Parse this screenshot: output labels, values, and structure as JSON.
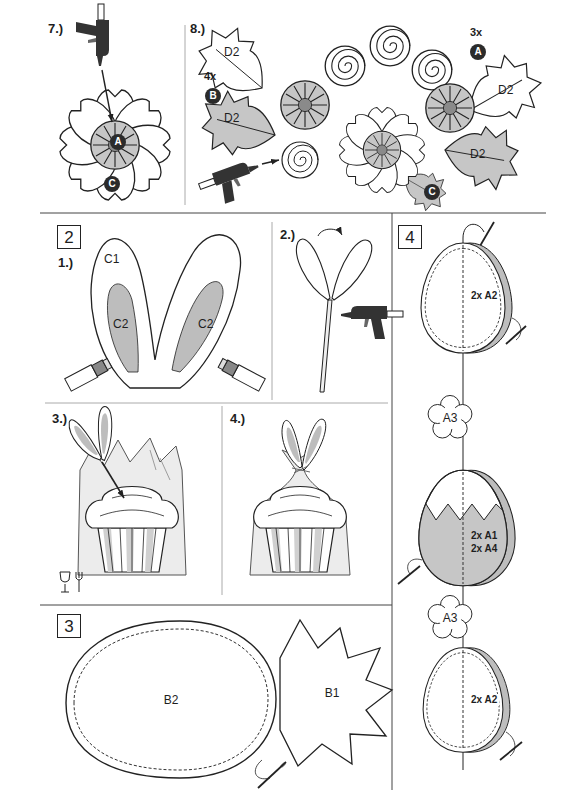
{
  "diagram": {
    "nodes": [
      {
        "text": [
          "A"
        ]
      },
      {
        "text": [
          "C"
        ]
      },
      {
        "text": [
          "A"
        ]
      },
      {
        "text": [
          "B"
        ]
      },
      {
        "text": [
          "C"
        ]
      },
      {
        "text": [
          "2"
        ]
      },
      {
        "text": [
          "4"
        ]
      },
      {
        "text": [
          "A3"
        ]
      },
      {
        "text": [
          "A3"
        ]
      },
      {
        "text": [
          "3"
        ]
      },
      {
        "text": [
          "B2"
        ]
      },
      {
        "text": [
          "B1"
        ]
      }
    ],
    "labels": [
      "7.)",
      "8.)",
      "3x",
      "4x",
      "D2",
      "D2",
      "D2",
      "D2",
      "1.)",
      "C1",
      "C2",
      "C2",
      "2.)",
      "3.)",
      "4.)",
      "2x A2",
      "2x A1",
      "2x A4",
      "2x A2"
    ]
  }
}
